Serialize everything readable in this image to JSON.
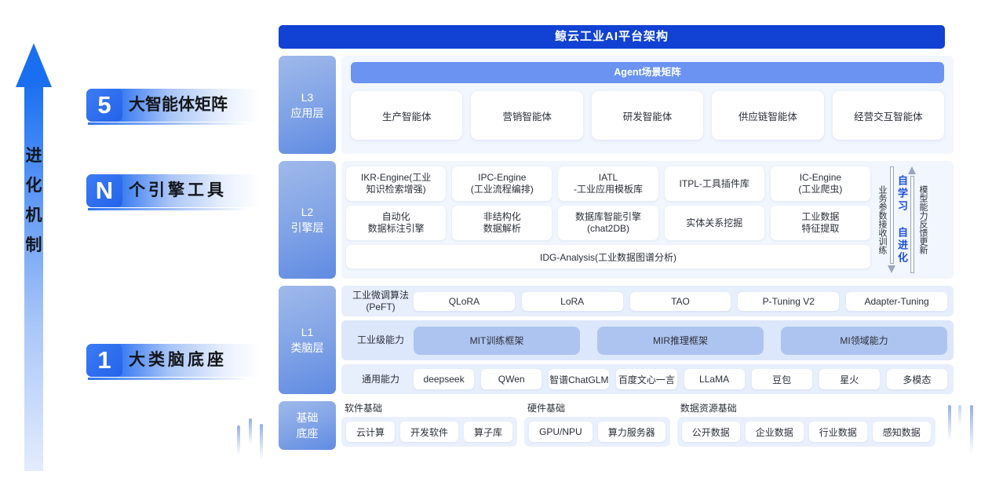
{
  "left_panel": {
    "evolution_label": "进化机制",
    "arrow_icon": "up-arrow-icon",
    "pills": [
      {
        "num": "5",
        "text": "大智能体矩阵"
      },
      {
        "num": "N",
        "text": "个引擎工具"
      },
      {
        "num": "1",
        "text": "大类脑底座"
      }
    ]
  },
  "architecture": {
    "title": "鲸云工业AI平台架构",
    "l3": {
      "tag_code": "L3",
      "tag_name": "应用层",
      "banner": "Agent场景矩阵",
      "cards": [
        "生产智能体",
        "营销智能体",
        "研发智能体",
        "供应链智能体",
        "经营交互智能体"
      ]
    },
    "l2": {
      "tag_code": "L2",
      "tag_name": "引擎层",
      "row1": [
        "IKR-Engine(工业\n知识检索增强)",
        "IPC-Engine\n(工业流程编排)",
        "IATL\n-工业应用模板库",
        "ITPL-工具插件库",
        "IC-Engine\n(工业爬虫)"
      ],
      "row2": [
        "自动化\n数据标注引擎",
        "非结构化\n数据解析",
        "数据库智能引擎\n(chat2DB)",
        "实体关系挖掘",
        "工业数据\n特征提取"
      ],
      "wide": "IDG-Analysis(工业数据图谱分析)",
      "loop": {
        "down_label": "业务参数接收训练",
        "center_label": "自学习 自进化",
        "up_label": "模型能力反馈更新"
      }
    },
    "l1": {
      "tag_code": "L1",
      "tag_name": "类脑层",
      "bands": [
        {
          "label": "工业微调算法\n(PeFT)",
          "items": [
            "QLoRA",
            "LoRA",
            "TAO",
            "P-Tuning V2",
            "Adapter-Tuning"
          ]
        },
        {
          "label": "工业级能力",
          "items": [
            "MIT训练框架",
            "MIR推理框架",
            "MI领域能力"
          ]
        },
        {
          "label": "通用能力",
          "items": [
            "deepseek",
            "QWen",
            "智谱ChatGLM",
            "百度文心一言",
            "LLaMA",
            "豆包",
            "星火",
            "多模态"
          ]
        }
      ]
    },
    "base": {
      "tag_code": "基础",
      "tag_name": "底座",
      "groups": [
        {
          "title": "软件基础",
          "chips": [
            "云计算",
            "开发软件",
            "算子库"
          ]
        },
        {
          "title": "硬件基础",
          "chips": [
            "GPU/NPU",
            "算力服务器"
          ]
        },
        {
          "title": "数据资源基础",
          "chips": [
            "公开数据",
            "企业数据",
            "行业数据",
            "感知数据"
          ]
        }
      ]
    }
  },
  "colors": {
    "title_bar": "#1142d4",
    "agent_banner": "#6a93f2",
    "layer_tag": "#7fa2e6",
    "accent_blue": "#2e74f0",
    "band_bg": "#e7eefc",
    "body_bg": "#f2f6fe"
  }
}
